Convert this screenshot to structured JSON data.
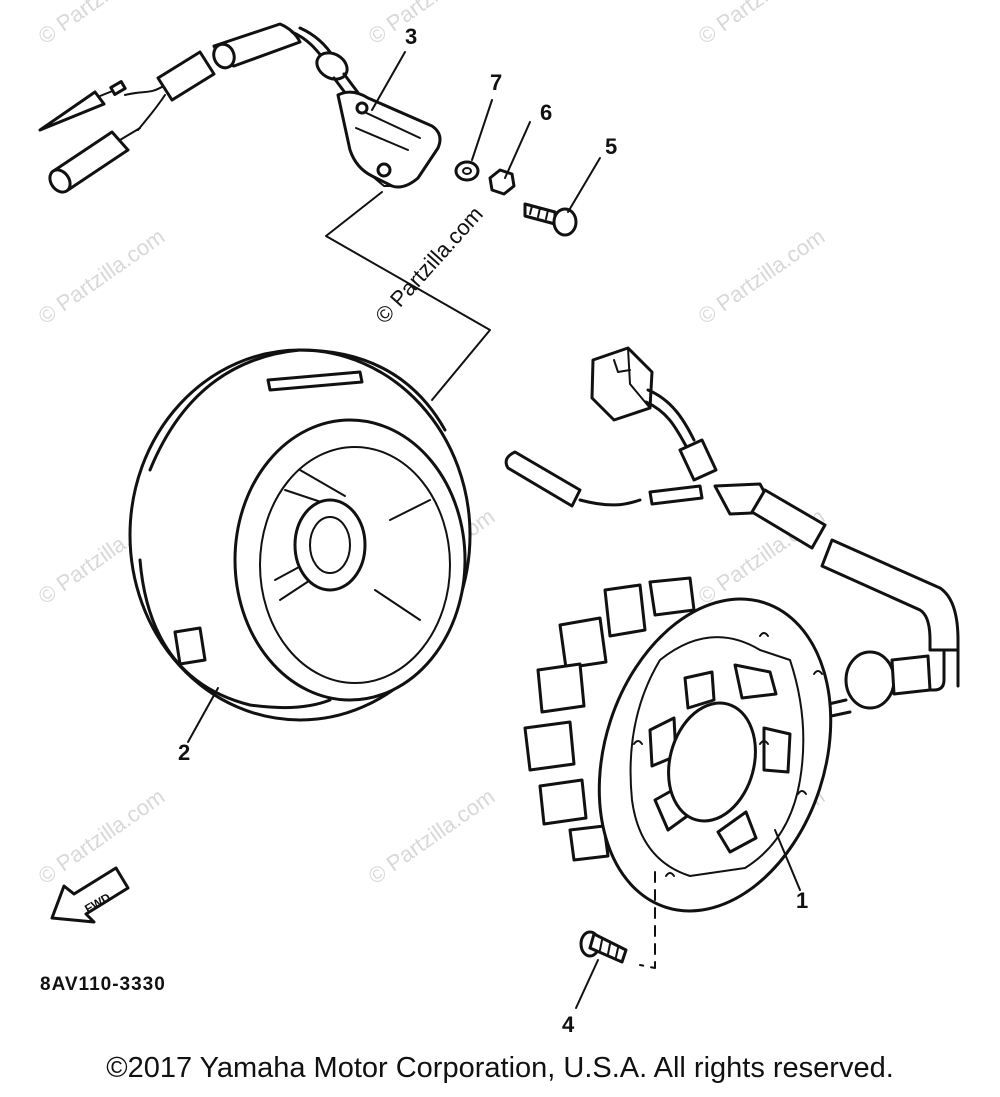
{
  "callouts": {
    "c1": "1",
    "c2": "2",
    "c3": "3",
    "c4": "4",
    "c5": "5",
    "c6": "6",
    "c7": "7"
  },
  "part_code": "8AV110-3330",
  "fwd_label": "FWD",
  "watermark": "© Partzilla.com",
  "copyright": "©2017 Yamaha Motor Corporation, U.S.A. All rights reserved."
}
